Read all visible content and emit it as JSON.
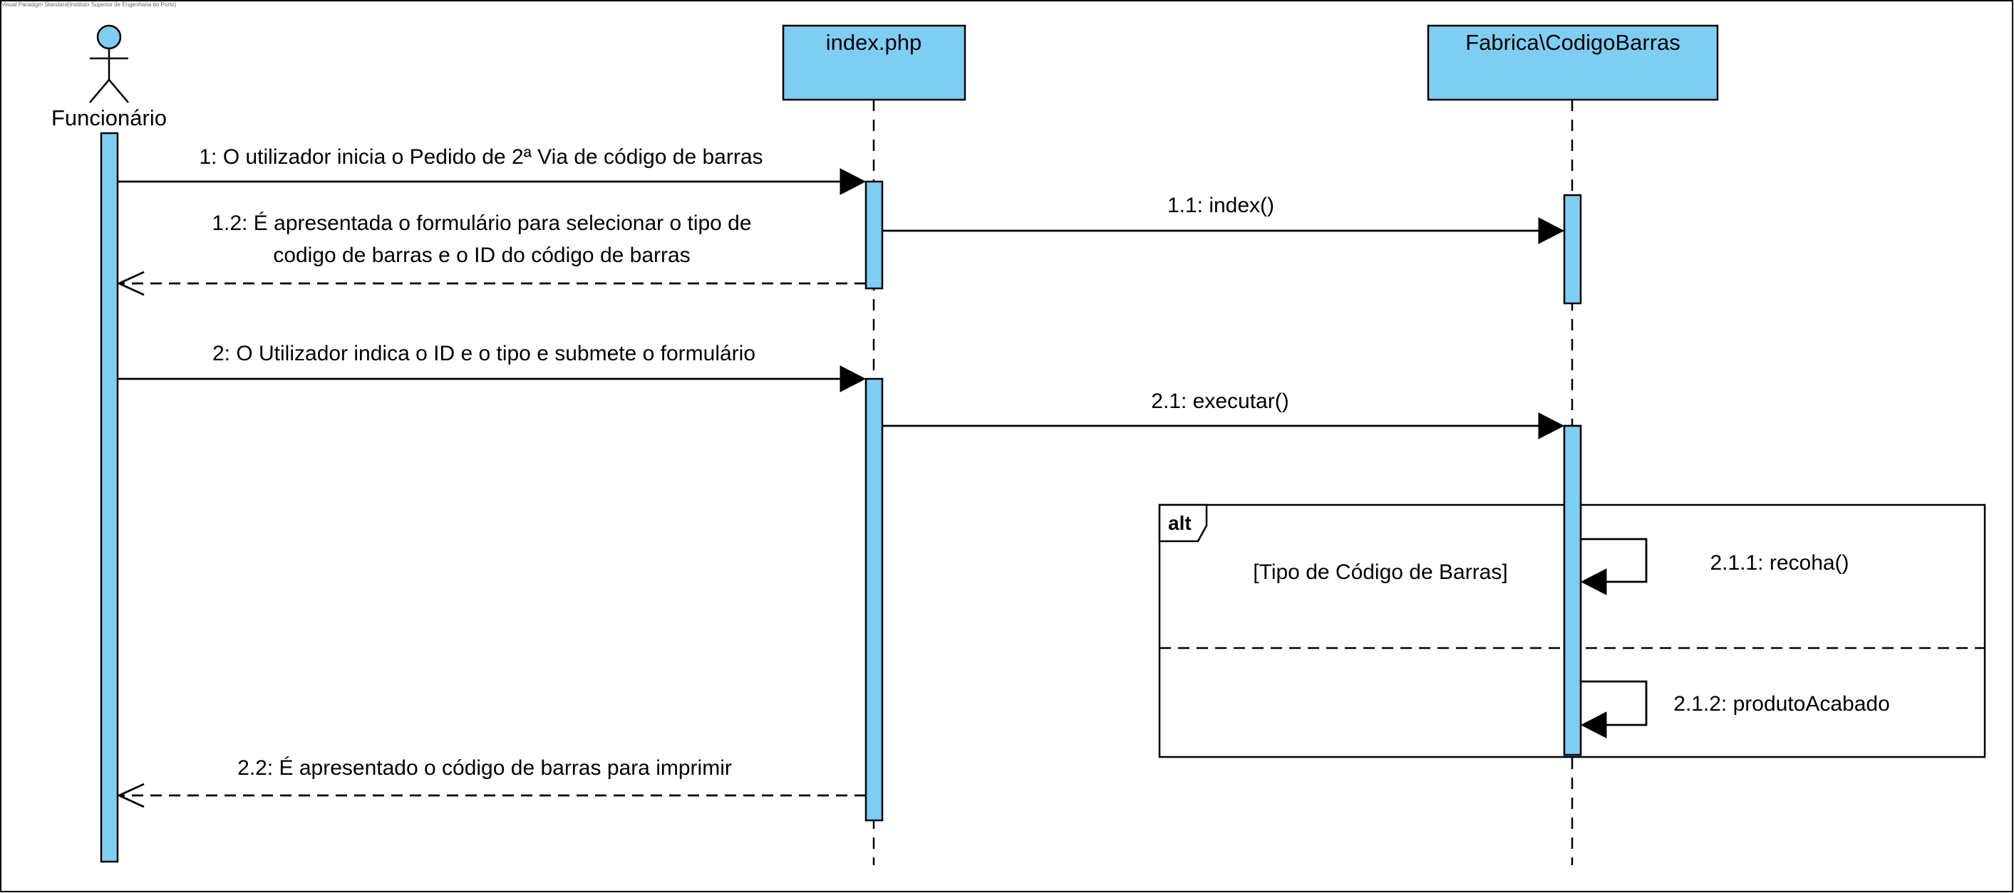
{
  "watermark": "Visual Paradigm Standard(Instituto Superior de Engenharia do Porto)",
  "actor": {
    "name": "Funcionário"
  },
  "lifelines": {
    "index": "index.php",
    "fabrica": "Fabrica\\CodigoBarras"
  },
  "messages": {
    "m1": "1: O utilizador inicia o Pedido de 2ª Via de código de barras",
    "m1_1": "1.1: index()",
    "m1_2_line1": "1.2: É apresentada o formulário para selecionar o tipo de",
    "m1_2_line2": "codigo de barras e o ID do código de barras",
    "m2": "2: O Utilizador indica o ID e o tipo e submete o formulário",
    "m2_1": "2.1: executar()",
    "m2_1_1": "2.1.1: recoha()",
    "m2_1_2": "2.1.2: produtoAcabado",
    "m2_2": "2.2: É apresentado o código de barras para imprimir"
  },
  "fragment": {
    "operator": "alt",
    "guard": "[Tipo de Código de Barras]"
  },
  "colors": {
    "fill": "#7ECEF4",
    "stroke": "#000000"
  }
}
